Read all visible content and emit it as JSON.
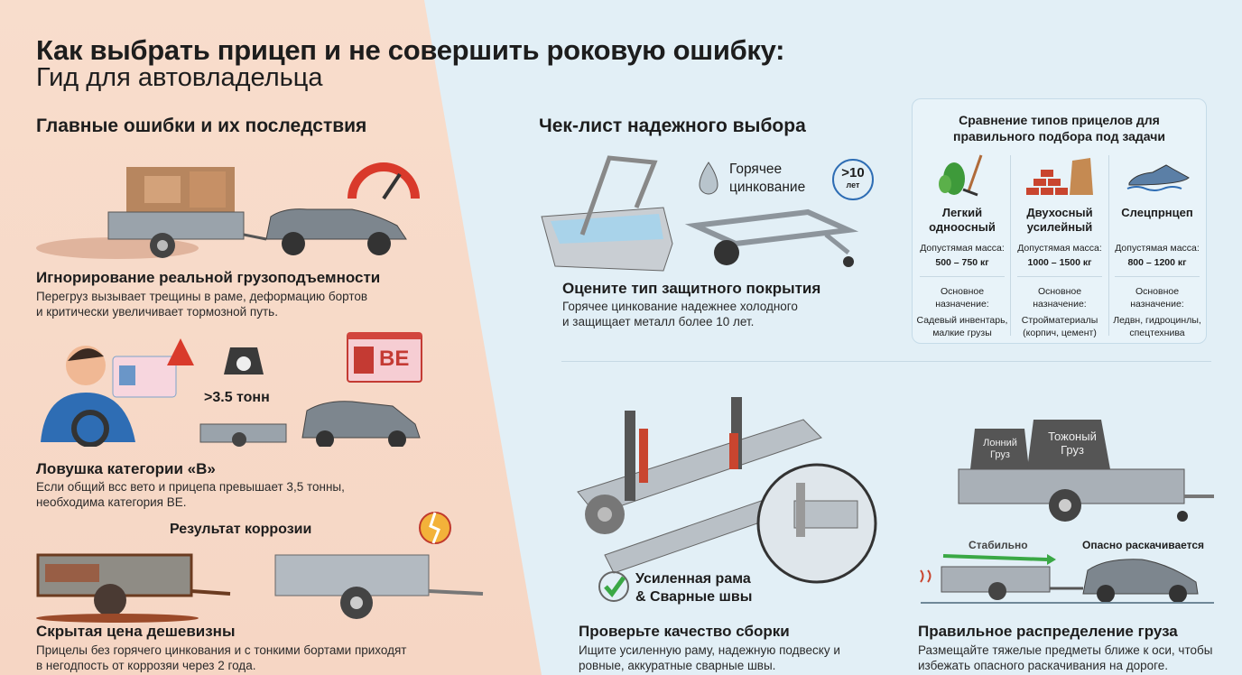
{
  "title": "Как выбрать прицеп и не совершить роковую ошибку:",
  "subtitle": "Гид для автовладельца",
  "mistakes": {
    "heading": "Главные ошибки и их последствия",
    "items": [
      {
        "title": "Игнорирование реальной грузоподъемности",
        "text": [
          "Перегруз вызывает трещины в раме, деформацию бортов",
          "и критически увеличивает тормозной путь."
        ]
      },
      {
        "title": "Ловушка категории «В»",
        "text": [
          "Если общий всс вето и прицепа превышает 3,5 тонны,",
          "необходима категория BE."
        ],
        "weight_label": ">3.5 тонн",
        "license_label": "BE"
      },
      {
        "title": "Скрытая цена дешевизны",
        "text": [
          "Прицелы без горячего цинкования и с тонкими бортами приходят",
          "в негодпость от коррозяи через 2 года."
        ],
        "caption": "Результат коррозии"
      }
    ]
  },
  "checklist": {
    "heading": "Чек-лист надежного выбора",
    "coating": {
      "badge": [
        "Горячее",
        "цинкование"
      ],
      "years": ">10",
      "years_unit": "лет",
      "title": "Оцените тип защитного покрытия",
      "text": [
        "Горячее цинкование надежнее холодного",
        "и защищает металл более 10 лет."
      ]
    },
    "assembly": {
      "badge": [
        "Усиленная рама",
        "& Сварные швы"
      ],
      "title": "Проверьте качество сборки",
      "text": [
        "Ищите усиленную раму, надежную подвеску и",
        "ровные, аккуратные сварные швы."
      ]
    },
    "load": {
      "weights": [
        [
          "Лонний",
          "Груз"
        ],
        [
          "Тожоный",
          "Груз"
        ]
      ],
      "stable": "Стабильно",
      "danger": "Опасно раскачивается",
      "title": "Правильное распределение груза",
      "text": [
        "Размещайте тяжелые предметы ближе к оси, чтобы",
        "избежать опасного раскачивания на дороге."
      ]
    }
  },
  "comparison": {
    "heading": [
      "Сравнение типов прицелов для",
      "правильного подбора под задачи"
    ],
    "types": [
      {
        "name": [
          "Легкий",
          "одноосный"
        ],
        "mass_label": "Допустямая масса:",
        "mass": "500 – 750 кг",
        "purpose_label": [
          "Основное",
          "назначение:"
        ],
        "purpose": [
          "Садевый инвентарь,",
          "малкие грузы"
        ],
        "icon": "plant-rake-icon"
      },
      {
        "name": [
          "Двухосный",
          "усилейный"
        ],
        "mass_label": "Допустямая масса:",
        "mass": "1000 – 1500 кг",
        "purpose_label": [
          "Основное",
          "назначение:"
        ],
        "purpose": [
          "Стройматериалы",
          "(корпич, цемент)"
        ],
        "icon": "bricks-icon"
      },
      {
        "name": [
          "Слецпрнцеп"
        ],
        "mass_label": "Допустямая масса:",
        "mass": "800 – 1200 кг",
        "purpose_label": [
          "Основное",
          "назначение:"
        ],
        "purpose": [
          "Ледвн, гидроцинлы,",
          "спецтехнива"
        ],
        "icon": "jet-ski-icon"
      }
    ]
  },
  "colors": {
    "left_bg": "#f8ddcc",
    "right_bg": "#e2eff6",
    "warning": "#d93a2b",
    "ok": "#3aa845",
    "steel": "#9aa3ab"
  }
}
